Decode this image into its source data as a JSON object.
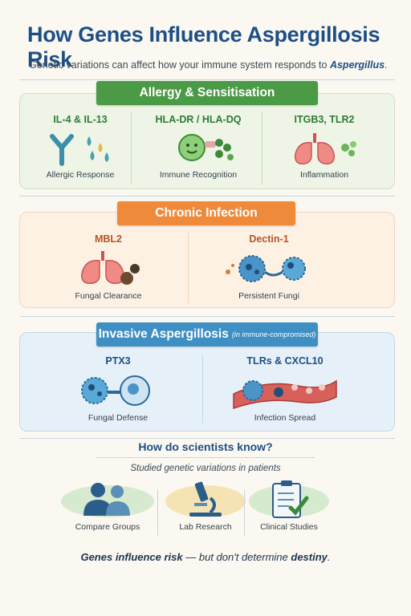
{
  "title": "How Genes Influence Aspergillosis Risk",
  "subtitle": {
    "text": "Genetic variations can affect how your immune system responds to ",
    "emphasis": "Aspergillus",
    "end": "."
  },
  "sections": [
    {
      "ribbon": "Allergy & Sensitisation",
      "color": "#4b9a46",
      "items": [
        {
          "gene": "IL-4 & IL-13",
          "caption": "Allergic Response",
          "icon": "antibody-drops-icon"
        },
        {
          "gene": "HLA-DR / HLA-DQ",
          "caption": "Immune Recognition",
          "icon": "immune-cell-icon"
        },
        {
          "gene": "ITGB3, TLR2",
          "caption": "Inflammation",
          "icon": "lungs-icon"
        }
      ]
    },
    {
      "ribbon": "Chronic Infection",
      "color": "#ee8a3a",
      "items": [
        {
          "gene": "MBL2",
          "caption": "Fungal Clearance",
          "icon": "lungs-fungus-icon"
        },
        {
          "gene": "Dectin-1",
          "caption": "Persistent Fungi",
          "icon": "fungal-spores-icon"
        }
      ]
    },
    {
      "ribbon": "Invasive Aspergillosis",
      "ribbon_note": "(in immune-compromised)",
      "color": "#3e8fc4",
      "items": [
        {
          "gene": "PTX3",
          "caption": "Fungal Defense",
          "icon": "cell-defense-icon"
        },
        {
          "gene": "TLRs & CXCL10",
          "caption": "Infection Spread",
          "icon": "blood-vessel-icon"
        }
      ]
    }
  ],
  "how": {
    "title": "How do scientists know?",
    "subtitle": "Studied genetic variations in patients",
    "items": [
      {
        "caption": "Compare Groups",
        "icon": "people-icon"
      },
      {
        "caption": "Lab Research",
        "icon": "microscope-icon"
      },
      {
        "caption": "Clinical Studies",
        "icon": "clipboard-icon"
      }
    ]
  },
  "footer": {
    "lead": "Genes influence risk",
    "middle": " — but don't determine ",
    "end": "destiny",
    "period": "."
  }
}
